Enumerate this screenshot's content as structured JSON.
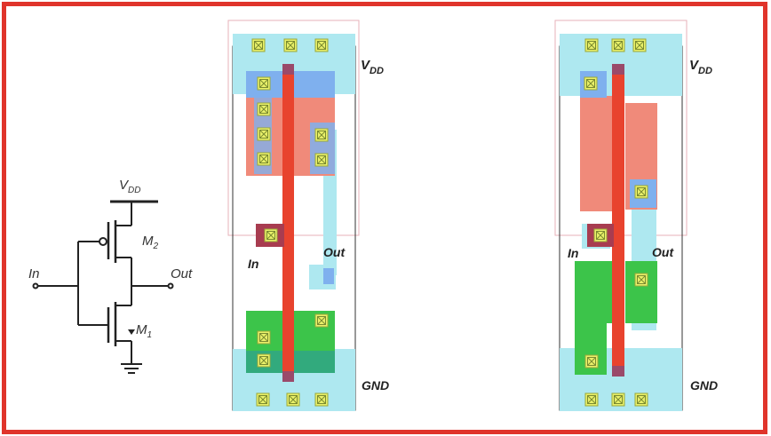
{
  "schematic": {
    "vdd_label": "V",
    "vdd_sub": "DD",
    "in_label": "In",
    "out_label": "Out",
    "m2_label": "M",
    "m2_sub": "2",
    "m1_label": "M",
    "m1_sub": "1"
  },
  "layout_left": {
    "vdd_label": "V",
    "vdd_sub": "DD",
    "gnd_label": "GND",
    "in_label": "In",
    "out_label": "Out"
  },
  "layout_right": {
    "vdd_label": "V",
    "vdd_sub": "DD",
    "gnd_label": "GND",
    "in_label": "In",
    "out_label": "Out"
  },
  "colors": {
    "border": "#e0342b",
    "metal": "#aee8f0",
    "pdiff": "#f08a7a",
    "ndiff": "#3cc44a",
    "poly": "#e8432e",
    "contact": "#e9f06a",
    "nwell_outline": "#e7b2b8"
  }
}
